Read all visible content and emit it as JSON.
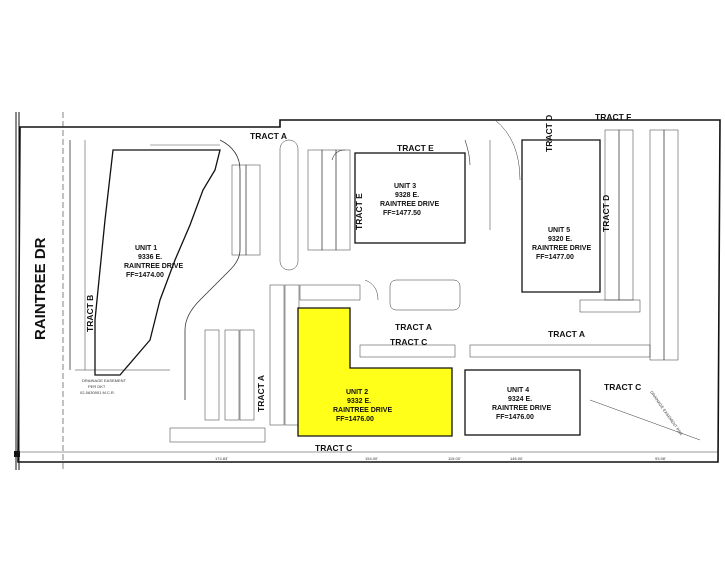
{
  "road": "RAINTREE DR",
  "tracts": {
    "a_top": "TRACT A",
    "a_mid": "TRACT A",
    "a_left": "TRACT A",
    "a_right": "TRACT A",
    "b": "TRACT B",
    "c_mid": "TRACT C",
    "c_bottom": "TRACT C",
    "c_right": "TRACT C",
    "d_top": "TRACT D",
    "d_side": "TRACT D",
    "e_top": "TRACT E",
    "e_side": "TRACT E",
    "f": "TRACT F"
  },
  "units": [
    {
      "id": "u1",
      "name": "UNIT 1",
      "addr": "9336 E.",
      "street": "RAINTREE DRIVE",
      "ff": "FF=1474.00"
    },
    {
      "id": "u2",
      "name": "UNIT 2",
      "addr": "9332 E.",
      "street": "RAINTREE DRIVE",
      "ff": "FF=1476.00"
    },
    {
      "id": "u3",
      "name": "UNIT 3",
      "addr": "9328 E.",
      "street": "RAINTREE DRIVE",
      "ff": "FF=1477.50"
    },
    {
      "id": "u4",
      "name": "UNIT 4",
      "addr": "9324 E.",
      "street": "RAINTREE DRIVE",
      "ff": "FF=1476.00"
    },
    {
      "id": "u5",
      "name": "UNIT 5",
      "addr": "9320 E.",
      "street": "RAINTREE DRIVE",
      "ff": "FF=1477.00"
    }
  ],
  "notes": {
    "drainage_left": "DRAINAGE EASEMENT",
    "drainage_left2": "PER DKT",
    "drainage_left3": "02-0630901 M.C.R.",
    "drainage_right": "DRAINAGE EASEMENT PER",
    "dims_bottom": [
      "174.83'",
      "154.00'",
      "115.00'",
      "146.00'",
      "93.98'"
    ]
  },
  "colors": {
    "highlight": "#ffff1a",
    "line": "#111111"
  }
}
